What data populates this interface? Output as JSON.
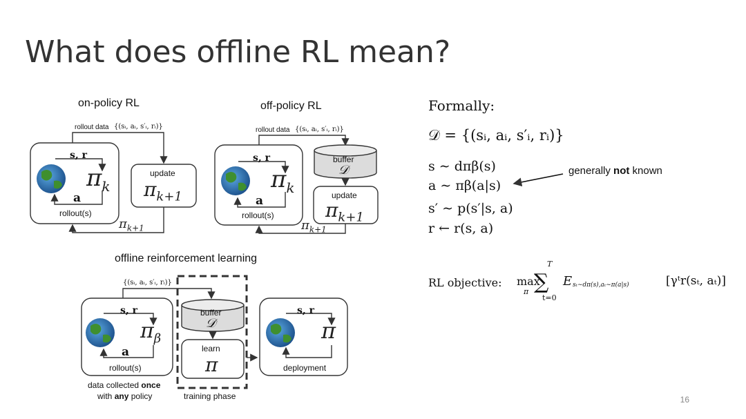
{
  "slide": {
    "title": "What does offline RL mean?",
    "page_number": "16"
  },
  "diagrams": {
    "on_policy": {
      "label": "on-policy RL",
      "rollout_data": "rollout data",
      "tuple": "{(sᵢ, aᵢ, s′ᵢ, rᵢ)}",
      "sr": "s, r",
      "policy": "π",
      "policy_sub": "k",
      "action": "a",
      "rollouts": "rollout(s)",
      "update": "update",
      "update_policy": "π",
      "update_policy_sub": "k+1",
      "return_policy": "π",
      "return_policy_sub": "k+1"
    },
    "off_policy": {
      "label": "off-policy RL",
      "rollout_data": "rollout data",
      "tuple": "{(sᵢ, aᵢ, s′ᵢ, rᵢ)}",
      "sr": "s, r",
      "policy": "π",
      "policy_sub": "k",
      "action": "a",
      "rollouts": "rollout(s)",
      "buffer": "buffer",
      "buffer_symbol": "𝒟",
      "update": "update",
      "update_policy": "π",
      "update_policy_sub": "k+1",
      "return_policy": "π",
      "return_policy_sub": "k+1"
    },
    "offline": {
      "label": "offline reinforcement learning",
      "tuple": "{(sᵢ, aᵢ, s′ᵢ, rᵢ)}",
      "sr": "s, r",
      "policy": "π",
      "policy_sub": "β",
      "action": "a",
      "rollouts": "rollout(s)",
      "caption_1a": "data collected ",
      "caption_1b": "once",
      "caption_2a": "with ",
      "caption_2b": "any",
      "caption_2c": " policy",
      "buffer": "buffer",
      "buffer_symbol": "𝒟",
      "learn": "learn",
      "learn_policy": "π",
      "training_phase": "training phase",
      "deploy_sr": "s, r",
      "deploy_policy": "π",
      "deployment": "deployment"
    }
  },
  "formal": {
    "heading": "Formally:",
    "dataset": "𝒟 = {(sᵢ, aᵢ, s′ᵢ, rᵢ)}",
    "line1": "s ∼ dπβ(s)",
    "line2": "a ∼ πβ(a|s)",
    "line3": "s′ ∼ p(s′|s, a)",
    "line4": "r ← r(s, a)",
    "annotation_a": "generally ",
    "annotation_b": "not",
    "annotation_c": " known",
    "objective_label": "RL objective:",
    "objective_max": "max",
    "objective_max_sub": "π",
    "objective_sum_top": "T",
    "objective_sum_bottom": "t=0",
    "objective_body": "E",
    "objective_sub": "sₜ∼dπ(s),aₜ∼π(a|s)",
    "objective_bracket": "[γᵗr(sₜ, aₜ)]"
  }
}
